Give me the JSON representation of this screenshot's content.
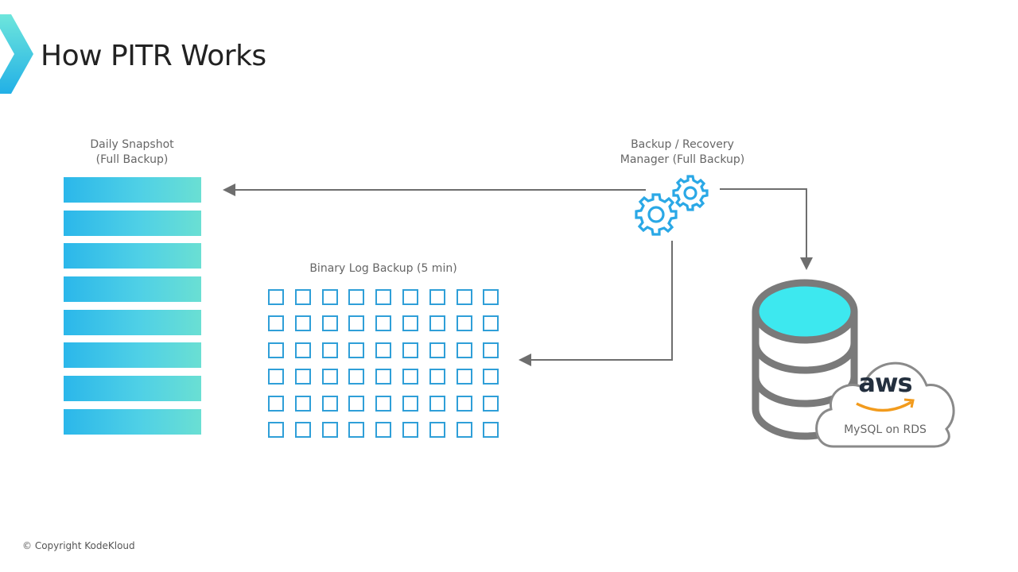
{
  "slide": {
    "title": "How PITR Works",
    "copyright": "© Copyright KodeKloud"
  },
  "snapshot": {
    "label_line1": "Daily Snapshot",
    "label_line2": "(Full Backup)",
    "bar_count": 8
  },
  "binlog": {
    "label": "Binary Log Backup (5 min)",
    "rows": 6,
    "cols": 9
  },
  "manager": {
    "label_line1": "Backup / Recovery",
    "label_line2": "Manager (Full Backup)",
    "icon": "gears-icon"
  },
  "database": {
    "icon": "database-icon",
    "cloud_brand": "aws",
    "cloud_label": "MySQL on RDS"
  },
  "colors": {
    "accent_blue": "#2f9fd8",
    "gear_blue": "#2aa8e6",
    "db_top": "#3de8ef",
    "db_outline": "#7a7a7a",
    "arrow": "#6e6e6e",
    "aws_orange": "#f29b1d"
  }
}
